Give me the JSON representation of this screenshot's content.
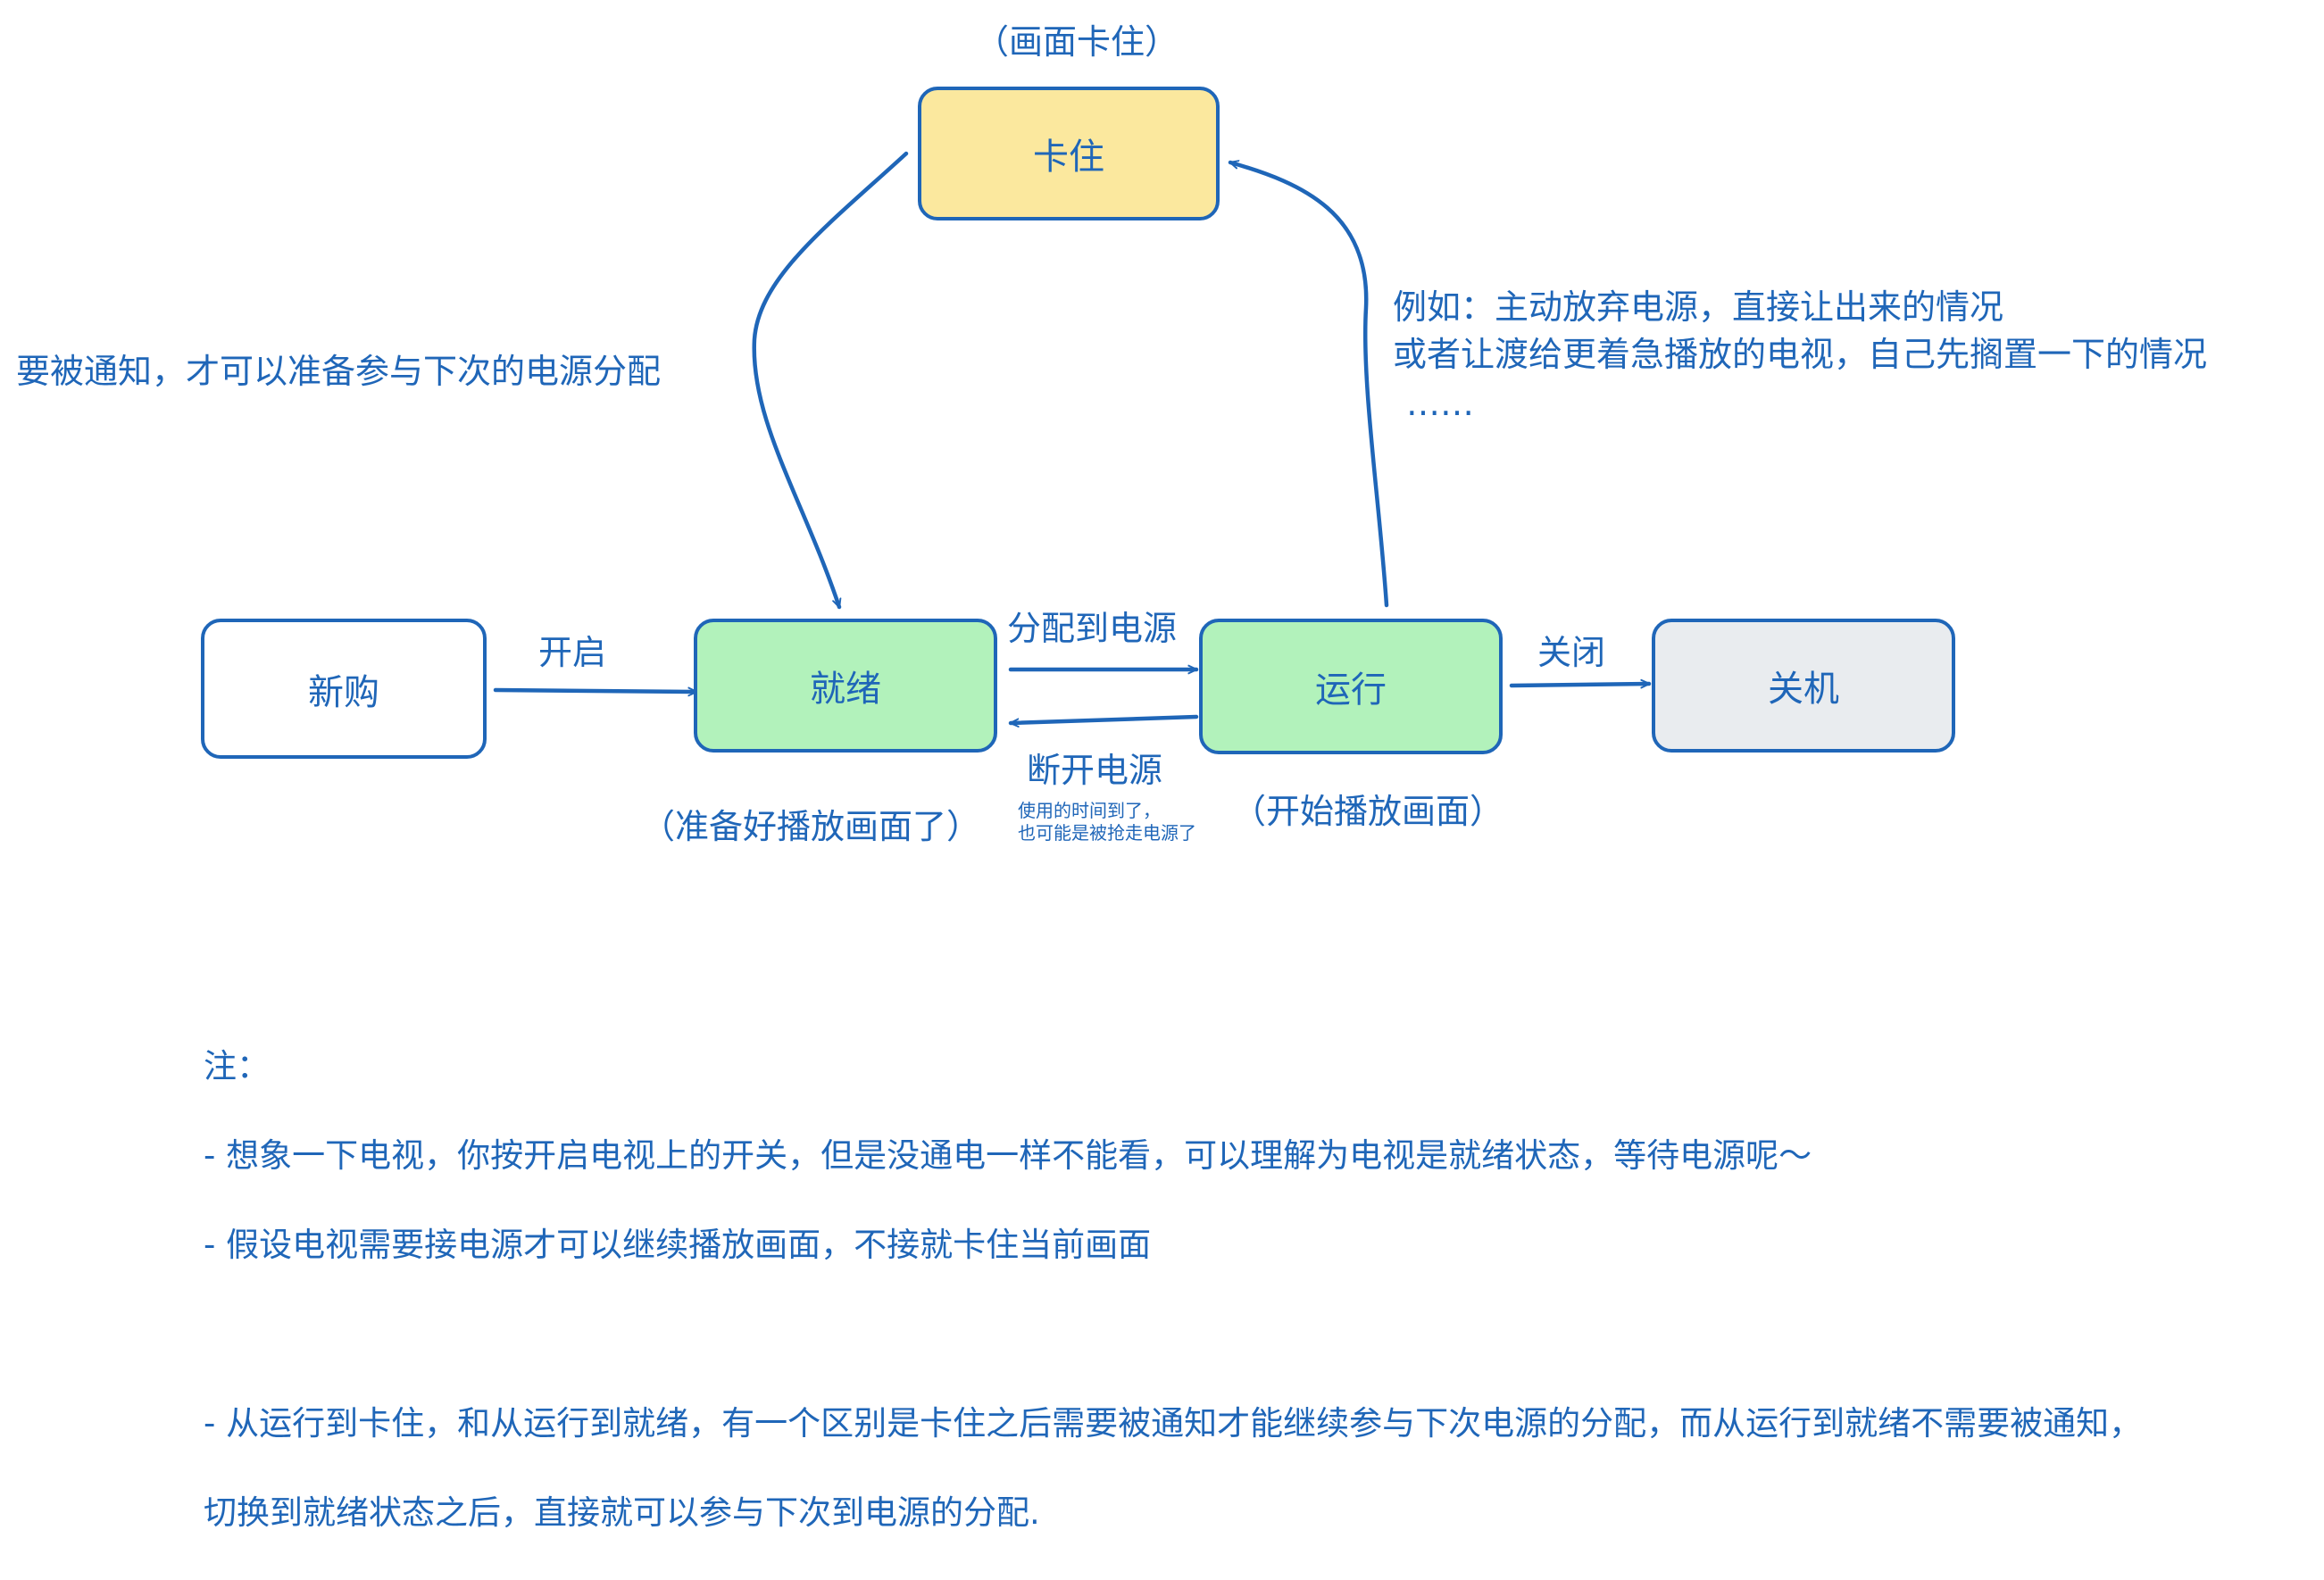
{
  "colors": {
    "stroke": "#1f66b8",
    "stuck_fill": "#fbe89e",
    "ready_fill": "#b2f2bb",
    "running_fill": "#b2f2bb",
    "off_fill": "#e9ecef",
    "new_fill": "#ffffff"
  },
  "nodes": {
    "stuck": "卡住",
    "new": "新购",
    "ready": "就绪",
    "running": "运行",
    "off": "关机"
  },
  "captions": {
    "stuck": "（画面卡住）",
    "ready": "（准备好播放画面了）",
    "running": "（开始播放画面）"
  },
  "edges": {
    "stuck_to_ready": "要被通知，才可以准备参与下次的电源分配",
    "running_to_stuck": [
      "例如：主动放弃电源，直接让出来的情况",
      "或者让渡给更着急播放的电视，自己先搁置一下的情况",
      "……"
    ],
    "new_to_ready": "开启",
    "ready_to_running": "分配到电源",
    "running_to_ready": "断开电源",
    "running_to_ready_note": [
      "使用的时间到了，",
      "也可能是被抢走电源了"
    ],
    "running_to_off": "关闭"
  },
  "notes": [
    "注：",
    "- 想象一下电视，你按开启电视上的开关，但是没通电一样不能看，可以理解为电视是就绪状态，等待电源呢～",
    "- 假设电视需要接电源才可以继续播放画面，不接就卡住当前画面",
    "",
    "- 从运行到卡住，和从运行到就绪，有一个区别是卡住之后需要被通知才能继续参与下次电源的分配，而从运行到就绪不需要被通知，",
    "切换到就绪状态之后，直接就可以参与下次到电源的分配."
  ]
}
